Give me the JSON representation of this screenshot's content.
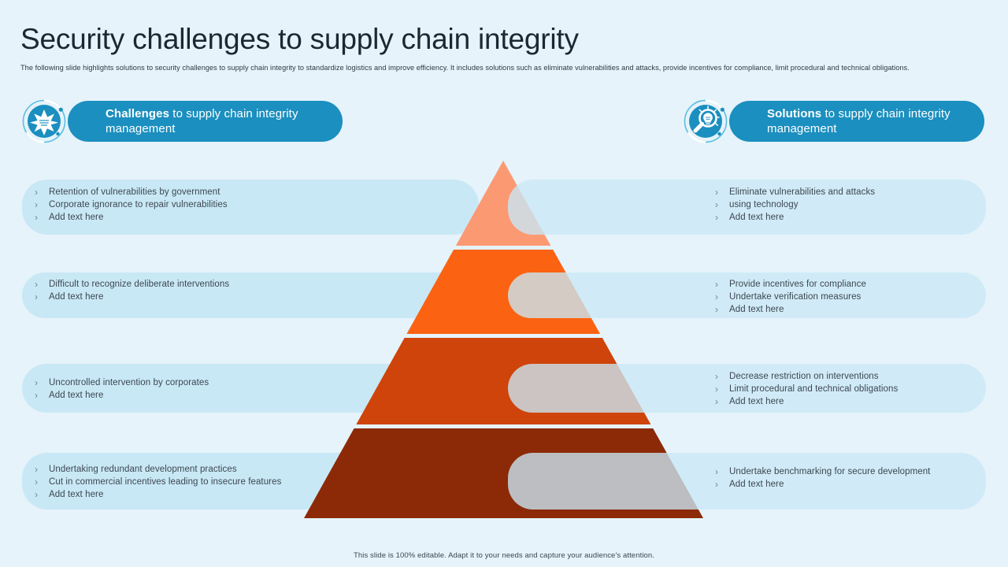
{
  "slide": {
    "title": "Security challenges to supply chain integrity",
    "subtitle": "The following slide highlights solutions to security challenges to supply chain integrity to standardize logistics and improve efficiency. It includes solutions such as eliminate  vulnerabilities and attacks, provide incentives for compliance, limit  procedural and technical obligations.",
    "footer_note": "This slide is 100% editable. Adapt it to your needs and capture your audience's attention.",
    "background_color": "#e6f3fa"
  },
  "headers": {
    "challenges": {
      "strong": "Challenges",
      "rest": " to supply chain integrity management",
      "icon": "broken-shield-burst-icon",
      "accent_color": "#1b8fbf"
    },
    "solutions": {
      "strong": "Solutions",
      "rest": " to supply chain integrity management",
      "icon": "magnifier-lightbulb-icon",
      "accent_color": "#1b8fbf"
    }
  },
  "bullet_glyph": "›",
  "challenges": [
    {
      "level": 1,
      "items": [
        "Retention of vulnerabilities  by government",
        "Corporate  ignorance to repair  vulnerabilities",
        "Add text here"
      ]
    },
    {
      "level": 2,
      "items": [
        "Difficult to recognize deliberate  interventions",
        "Add text here"
      ]
    },
    {
      "level": 3,
      "items": [
        "Uncontrolled  intervention  by corporates",
        "Add text here"
      ]
    },
    {
      "level": 4,
      "items": [
        "Undertaking  redundant  development  practices",
        "Cut in commercial incentives  leading to insecure features",
        "Add text here"
      ]
    }
  ],
  "solutions": [
    {
      "level": 1,
      "items": [
        "Eliminate vulnerabilities  and  attacks",
        "using technology",
        "Add text here"
      ]
    },
    {
      "level": 2,
      "items": [
        "Provide  incentives for compliance",
        "Undertake  verification  measures",
        "Add text here"
      ]
    },
    {
      "level": 3,
      "items": [
        "Decrease restriction  on interventions",
        "Limit procedural  and technical obligations",
        "Add text here"
      ]
    },
    {
      "level": 4,
      "items": [
        "Undertake  benchmarking  for secure development",
        "Add text here"
      ]
    }
  ],
  "pyramid": {
    "bands": [
      {
        "level": 1,
        "color": "#fb9a72",
        "label": "tier-1"
      },
      {
        "level": 2,
        "color": "#fb6312",
        "label": "tier-2"
      },
      {
        "level": 3,
        "color": "#cf440a",
        "label": "tier-3"
      },
      {
        "level": 4,
        "color": "#8c2a07",
        "label": "tier-4"
      }
    ],
    "divider_color": "#ffffff"
  }
}
